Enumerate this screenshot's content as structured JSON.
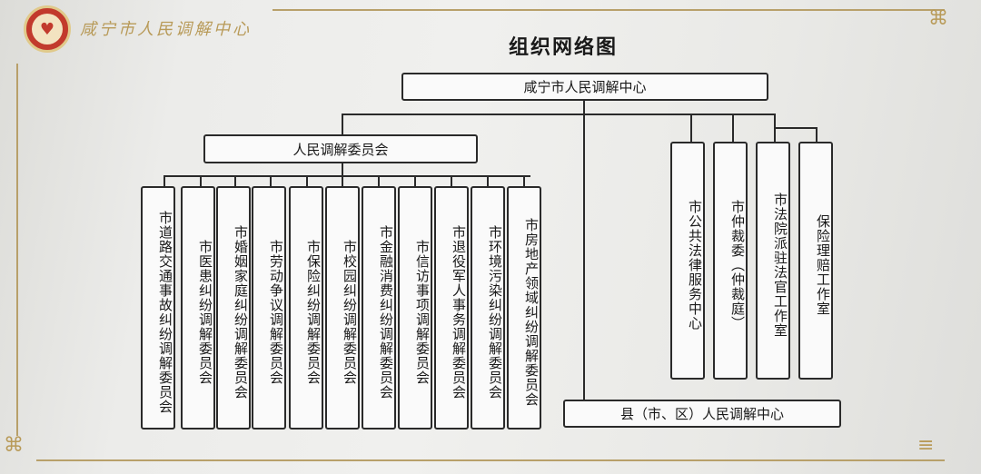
{
  "header": {
    "org_name": "咸宁市人民调解中心"
  },
  "diagram": {
    "title": "组织网络图",
    "root": "咸宁市人民调解中心",
    "committee": "人民调解委员会",
    "committee_children": [
      "市道路交通事故纠纷调解委员会",
      "市医患纠纷调解委员会",
      "市婚姻家庭纠纷调解委员会",
      "市劳动争议调解委员会",
      "市保险纠纷调解委员会",
      "市校园纠纷调解委员会",
      "市金融消费纠纷调解委员会",
      "市信访事项调解委员会",
      "市退役军人事务调解委员会",
      "市环境污染纠纷调解委员会",
      "市房地产领域纠纷调解委员会"
    ],
    "right_units": [
      "市公共法律服务中心",
      "市仲裁委（仲裁庭）",
      "市法院派驻法官工作室",
      "保险理赔工作室"
    ],
    "county": "县（市、区）人民调解中心"
  },
  "colors": {
    "frame_gold": "#b8a06a",
    "logo_red": "#c23a2c",
    "line": "#2a2a2a"
  }
}
